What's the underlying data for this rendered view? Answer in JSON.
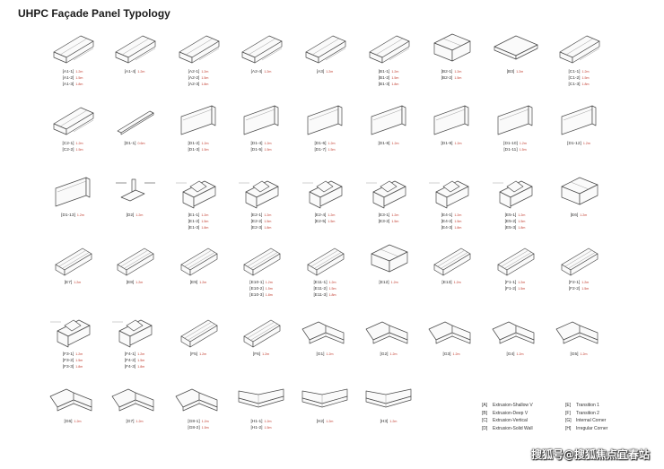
{
  "title": "UHPC Façade Panel Typology",
  "rows": [
    [
      {
        "shape": "V",
        "labels": [
          {
            "t": "[A1-1]",
            "n": "1.2m"
          },
          {
            "t": "[A1-2]",
            "n": "1.5m"
          },
          {
            "t": "[A1-3]",
            "n": "1.8m"
          }
        ]
      },
      {
        "shape": "V",
        "labels": [
          {
            "t": "[A1-4]",
            "n": "1.2m"
          }
        ]
      },
      {
        "shape": "V",
        "labels": [
          {
            "t": "[A2-1]",
            "n": "1.2m"
          },
          {
            "t": "[A2-2]",
            "n": "1.5m"
          },
          {
            "t": "[A2-3]",
            "n": "1.8m"
          }
        ]
      },
      {
        "shape": "V",
        "labels": [
          {
            "t": "[A2-4]",
            "n": "1.2m"
          }
        ]
      },
      {
        "shape": "V",
        "labels": [
          {
            "t": "[A3]",
            "n": "1.2m"
          }
        ]
      },
      {
        "shape": "V",
        "labels": [
          {
            "t": "[B1-1]",
            "n": "1.2m"
          },
          {
            "t": "[B1-2]",
            "n": "1.5m"
          },
          {
            "t": "[B1-3]",
            "n": "1.8m"
          }
        ]
      },
      {
        "shape": "T",
        "labels": [
          {
            "t": "[B2-1]",
            "n": "1.2m"
          },
          {
            "t": "[B2-2]",
            "n": "1.5m"
          }
        ]
      },
      {
        "shape": "P",
        "labels": [
          {
            "t": "[B3]",
            "n": "1.2m"
          }
        ]
      },
      {
        "shape": "V",
        "labels": [
          {
            "t": "[C1-1]",
            "n": "1.2m"
          },
          {
            "t": "[C1-2]",
            "n": "1.5m"
          },
          {
            "t": "[C1-3]",
            "n": "1.8m"
          }
        ]
      }
    ],
    [
      {
        "shape": "V",
        "labels": [
          {
            "t": "[C2-1]",
            "n": "1.2m"
          },
          {
            "t": "[C2-2]",
            "n": "1.5m"
          }
        ]
      },
      {
        "shape": "R",
        "labels": [
          {
            "t": "[D1-1]",
            "n": "0.6m"
          }
        ]
      },
      {
        "shape": "S",
        "labels": [
          {
            "t": "[D1-2]",
            "n": "1.2m"
          },
          {
            "t": "[D1-3]",
            "n": "1.5m"
          }
        ]
      },
      {
        "shape": "S",
        "labels": [
          {
            "t": "[D1-4]",
            "n": "1.2m"
          },
          {
            "t": "[D1-5]",
            "n": "1.5m"
          }
        ]
      },
      {
        "shape": "S",
        "labels": [
          {
            "t": "[D1-6]",
            "n": "1.2m"
          },
          {
            "t": "[D1-7]",
            "n": "1.5m"
          }
        ]
      },
      {
        "shape": "S",
        "labels": [
          {
            "t": "[D1-8]",
            "n": "1.2m"
          }
        ]
      },
      {
        "shape": "S",
        "labels": [
          {
            "t": "[D1-9]",
            "n": "1.2m"
          }
        ]
      },
      {
        "shape": "S",
        "labels": [
          {
            "t": "[D1-10]",
            "n": "1.2m"
          },
          {
            "t": "[D1-11]",
            "n": "1.5m"
          }
        ]
      },
      {
        "shape": "S",
        "labels": [
          {
            "t": "[D1-12]",
            "n": "1.2m"
          }
        ]
      }
    ],
    [
      {
        "shape": "S",
        "labels": [
          {
            "t": "[D1-13]",
            "n": "1.2m"
          }
        ]
      },
      {
        "shape": "X",
        "labels": [
          {
            "t": "[D2]",
            "n": "1.2m"
          }
        ]
      },
      {
        "shape": "E",
        "labels": [
          {
            "t": "[E1-1]",
            "n": "1.2m"
          },
          {
            "t": "[E1-2]",
            "n": "1.5m"
          },
          {
            "t": "[E1-3]",
            "n": "1.8m"
          }
        ]
      },
      {
        "shape": "E",
        "labels": [
          {
            "t": "[E2-1]",
            "n": "1.2m"
          },
          {
            "t": "[E2-2]",
            "n": "1.5m"
          },
          {
            "t": "[E2-3]",
            "n": "1.8m"
          }
        ]
      },
      {
        "shape": "E",
        "labels": [
          {
            "t": "[E2-4]",
            "n": "1.2m"
          },
          {
            "t": "[E2-5]",
            "n": "1.5m"
          }
        ]
      },
      {
        "shape": "E",
        "labels": [
          {
            "t": "[E3-1]",
            "n": "1.2m"
          },
          {
            "t": "[E3-2]",
            "n": "1.5m"
          }
        ]
      },
      {
        "shape": "E",
        "labels": [
          {
            "t": "[E4-1]",
            "n": "1.2m"
          },
          {
            "t": "[E4-2]",
            "n": "1.5m"
          },
          {
            "t": "[E4-3]",
            "n": "1.8m"
          }
        ]
      },
      {
        "shape": "E",
        "labels": [
          {
            "t": "[E5-1]",
            "n": "1.2m"
          },
          {
            "t": "[E5-2]",
            "n": "1.5m"
          },
          {
            "t": "[E5-3]",
            "n": "1.8m"
          }
        ]
      },
      {
        "shape": "T",
        "labels": [
          {
            "t": "[E6]",
            "n": "1.2m"
          }
        ]
      }
    ],
    [
      {
        "shape": "F",
        "labels": [
          {
            "t": "[E7]",
            "n": "1.2m"
          }
        ]
      },
      {
        "shape": "F",
        "labels": [
          {
            "t": "[E8]",
            "n": "1.2m"
          }
        ]
      },
      {
        "shape": "F",
        "labels": [
          {
            "t": "[E9]",
            "n": "1.2m"
          }
        ]
      },
      {
        "shape": "F",
        "labels": [
          {
            "t": "[E10-1]",
            "n": "1.2m"
          },
          {
            "t": "[E10-2]",
            "n": "1.5m"
          },
          {
            "t": "[E10-3]",
            "n": "1.8m"
          }
        ]
      },
      {
        "shape": "F",
        "labels": [
          {
            "t": "[E11-1]",
            "n": "1.2m"
          },
          {
            "t": "[E11-2]",
            "n": "1.5m"
          },
          {
            "t": "[E11-3]",
            "n": "1.8m"
          }
        ]
      },
      {
        "shape": "T",
        "labels": [
          {
            "t": "[E12]",
            "n": "1.2m"
          }
        ]
      },
      {
        "shape": "F",
        "labels": [
          {
            "t": "[E13]",
            "n": "1.2m"
          }
        ]
      },
      {
        "shape": "F",
        "labels": [
          {
            "t": "[F1-1]",
            "n": "1.2m"
          },
          {
            "t": "[F1-2]",
            "n": "1.5m"
          }
        ]
      },
      {
        "shape": "F",
        "labels": [
          {
            "t": "[F2-1]",
            "n": "1.2m"
          },
          {
            "t": "[F2-2]",
            "n": "1.5m"
          }
        ]
      }
    ],
    [
      {
        "shape": "E",
        "labels": [
          {
            "t": "[F3-1]",
            "n": "1.2m"
          },
          {
            "t": "[F3-2]",
            "n": "1.5m"
          },
          {
            "t": "[F3-3]",
            "n": "1.8m"
          }
        ]
      },
      {
        "shape": "E",
        "labels": [
          {
            "t": "[F4-1]",
            "n": "1.2m"
          },
          {
            "t": "[F4-2]",
            "n": "1.5m"
          },
          {
            "t": "[F4-3]",
            "n": "1.8m"
          }
        ]
      },
      {
        "shape": "F",
        "labels": [
          {
            "t": "[F5]",
            "n": "1.2m"
          }
        ]
      },
      {
        "shape": "F",
        "labels": [
          {
            "t": "[F6]",
            "n": "1.2m"
          }
        ]
      },
      {
        "shape": "L",
        "labels": [
          {
            "t": "[G1]",
            "n": "1.2m"
          }
        ]
      },
      {
        "shape": "L",
        "labels": [
          {
            "t": "[G2]",
            "n": "1.2m"
          }
        ]
      },
      {
        "shape": "L",
        "labels": [
          {
            "t": "[G3]",
            "n": "1.2m"
          }
        ]
      },
      {
        "shape": "L",
        "labels": [
          {
            "t": "[G4]",
            "n": "1.2m"
          }
        ]
      },
      {
        "shape": "L",
        "labels": [
          {
            "t": "[G5]",
            "n": "1.2m"
          }
        ]
      }
    ],
    [
      {
        "shape": "L",
        "labels": [
          {
            "t": "[G6]",
            "n": "1.2m"
          }
        ]
      },
      {
        "shape": "L",
        "labels": [
          {
            "t": "[G7]",
            "n": "1.2m"
          }
        ]
      },
      {
        "shape": "L",
        "labels": [
          {
            "t": "[G8-1]",
            "n": "1.2m"
          },
          {
            "t": "[G8-2]",
            "n": "1.5m"
          }
        ]
      },
      {
        "shape": "H",
        "labels": [
          {
            "t": "[H1-1]",
            "n": "1.2m"
          },
          {
            "t": "[H1-2]",
            "n": "1.5m"
          }
        ]
      },
      {
        "shape": "H",
        "labels": [
          {
            "t": "[H2]",
            "n": "1.2m"
          }
        ]
      },
      {
        "shape": "H",
        "labels": [
          {
            "t": "[H3]",
            "n": "1.2m"
          }
        ]
      }
    ]
  ],
  "legend": [
    {
      "key": "[A]",
      "label": "Extrusion-Shallow V"
    },
    {
      "key": "[B]",
      "label": "Extrusion-Deep V"
    },
    {
      "key": "[C]",
      "label": "Extrusion-Vertical"
    },
    {
      "key": "[D]",
      "label": "Extrusion-Solid Wall"
    },
    {
      "key": "[E]",
      "label": "Transition 1"
    },
    {
      "key": "[F]",
      "label": "Transition 2"
    },
    {
      "key": "[G]",
      "label": "Internal Corner"
    },
    {
      "key": "[H]",
      "label": "Irregular Corner"
    }
  ],
  "watermark": "搜狐号@搜狐焦点宜春站",
  "colors": {
    "dim_note": "#c0392b",
    "stroke": "#4a4a4a"
  }
}
